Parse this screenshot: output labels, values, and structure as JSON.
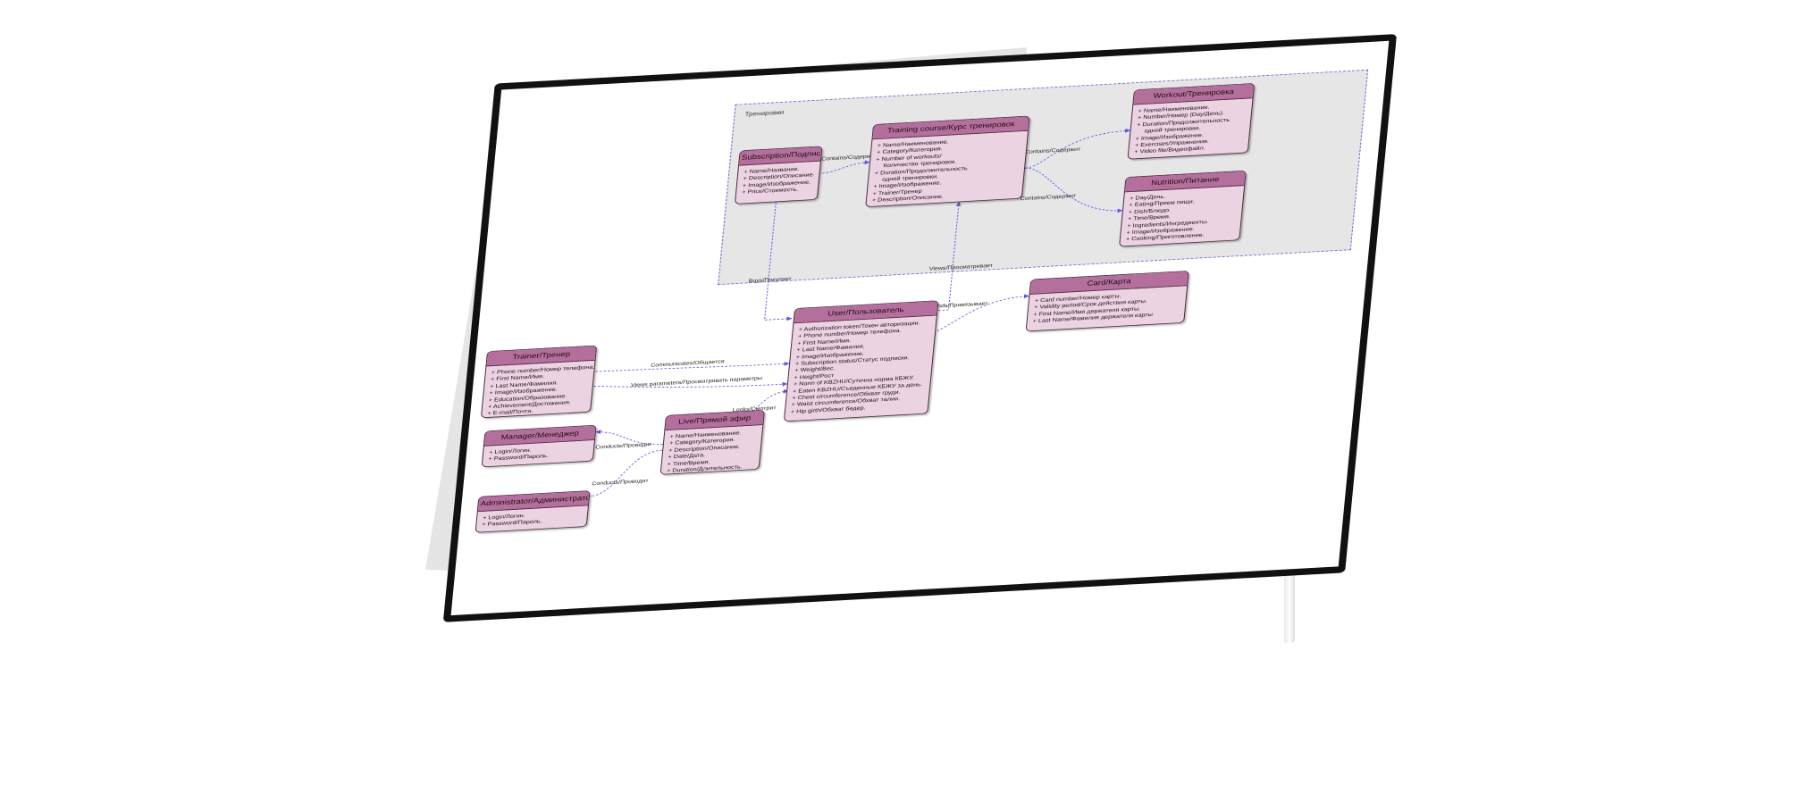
{
  "group": {
    "title": "Тренировки"
  },
  "entities": {
    "subscription": {
      "title": "Subscription/Подписка",
      "attrs": [
        "+ Name/Название.",
        "+ Description/Описание.",
        "+ Image/Изображение.",
        "+ Price/Стоимость."
      ]
    },
    "training_course": {
      "title": "Training course/Курс тренировок",
      "attrs": [
        "+ Name/Наименование.",
        "+ Category/Категория.",
        "+ Number of workouts/",
        "Количество тренировок.",
        "+ Duration/Продолжительность",
        "одной тренировки.",
        "+ Image/Изображение.",
        "+ Trainer/Тренер",
        "+ Description/Описание."
      ]
    },
    "workout": {
      "title": "Workout/Тренировка",
      "attrs": [
        "+ Name/Наименование.",
        "+ Number/Номер (Day/День).",
        "+ Duration/Продолжительность",
        "одной тренировки.",
        "+ Image/Изображение.",
        "+ Exercises/Упражнения.",
        "+ Video file/Видеофайл."
      ]
    },
    "nutrition": {
      "title": "Nutrition/Питание",
      "attrs": [
        "+ Day/День.",
        "+ Eating/Прием пищи.",
        "+ Dish/Блюдо.",
        "+ Time/Время.",
        "+ Ingredients/Ингредиенты.",
        "+ Image/Изображение.",
        "+ Cooking/Приготовление."
      ]
    },
    "card": {
      "title": "Card/Карта",
      "attrs": [
        "+ Card number/Номер карты.",
        "+ Validity period/Срок действия карты.",
        "+ First Name/Имя держателя карты.",
        "+ Last Name/Фамилия держателя карты"
      ]
    },
    "user": {
      "title": "User/Пользователь",
      "attrs": [
        "+ Authorization token/Токен авторизации.",
        "+ Phone number/Номер телефона.",
        "+ First Name/Имя.",
        "+ Last Name/Фамилия.",
        "+ Image/Изображение.",
        "+ Subscription status/Статус подписки.",
        "+ Weight/Вес.",
        "+ Height/Рост",
        "+ Norm of KBZHU/Суточна норма КБЖУ.",
        "+ Eaten KBZHU/Съеденные КБЖУ за день.",
        "+ Chest circumference/Обхват груди.",
        "+ Waist circumference/Обхват талии.",
        "+ Hip girth/Обхват бедер."
      ]
    },
    "trainer": {
      "title": "Trainer/Тренер",
      "attrs": [
        "+ Phone number/Номер телефона.",
        "+ First Name/Имя.",
        "+ Last Name/Фамилия.",
        "+ Image/Изображение.",
        "+ Education/Образование.",
        "+ Achievement/Достижения.",
        "+ E-mail/Почта."
      ]
    },
    "manager": {
      "title": "Manager/Менеджер",
      "attrs": [
        "+ Login/Логин.",
        "+ Password/Пароль."
      ]
    },
    "live": {
      "title": "Live/Прямой эфир",
      "attrs": [
        "+ Name/Наименование.",
        "+ Category/Категория.",
        "+ Description/Описание.",
        "+ Date/Дата.",
        "+ Time/Время.",
        "+ Duration/Длительность."
      ]
    },
    "administrator": {
      "title": "Administrator/Администратор",
      "attrs": [
        "+ Login/Логин.",
        "+ Password/Пароль."
      ]
    }
  },
  "relations": {
    "contains_1": "Contains/Содержит",
    "contains_2": "Contains/Содержит",
    "contains_3": "Contains/Содержит",
    "buys": "Buys/Покупает",
    "views": "Views/Просматривает",
    "binds": "Binds/Привязывает",
    "communicates": "Communicates/Общается",
    "views_parameters": "Views parameters/Просматривать параметры",
    "looks": "Looks/Смотрит",
    "conducts_1": "Conducts/Проводит",
    "conducts_2": "Conducts/Проводит"
  },
  "colors": {
    "header": "#b56f9c",
    "body": "#ecd3e2",
    "link": "#5b55e0",
    "group": "#e6e6e6"
  }
}
